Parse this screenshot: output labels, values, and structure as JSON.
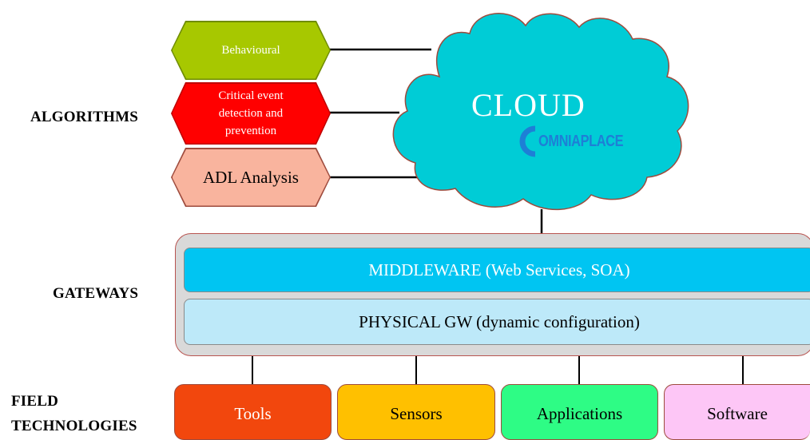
{
  "labels": {
    "algorithms": "ALGORITHMS",
    "gateways": "GATEWAYS",
    "field_line1": "FIELD",
    "field_line2": "TECHNOLOGIES"
  },
  "algorithms": [
    {
      "text": "Behavioural",
      "fill": "#a7c800",
      "border": "#6f8c00",
      "color": "#ffffff"
    },
    {
      "text_lines": [
        "Critical event",
        "detection and",
        "prevention"
      ],
      "fill": "#ff0000",
      "border": "#c00000",
      "color": "#ffffff"
    },
    {
      "text": "ADL Analysis",
      "fill": "#f9b49e",
      "border": "#9e4b3d",
      "color": "#000000"
    }
  ],
  "cloud": {
    "title": "CLOUD",
    "logo_text": "OMNIAPLACE",
    "fill": "#00ccd6",
    "border": "#9e4b3d"
  },
  "gateways": {
    "middleware": "MIDDLEWARE (Web Services, SOA)",
    "middleware_fill": "#00c5f2",
    "physical": "PHYSICAL GW (dynamic configuration)",
    "physical_fill": "#bde9f9"
  },
  "field": [
    {
      "label": "Tools",
      "fill": "#f2470d",
      "color": "#ffffff"
    },
    {
      "label": "Sensors",
      "fill": "#ffc000",
      "color": "#000000"
    },
    {
      "label": "Applications",
      "fill": "#2efc85",
      "color": "#000000"
    },
    {
      "label": "Software",
      "fill": "#fdc6f6",
      "color": "#000000"
    }
  ]
}
